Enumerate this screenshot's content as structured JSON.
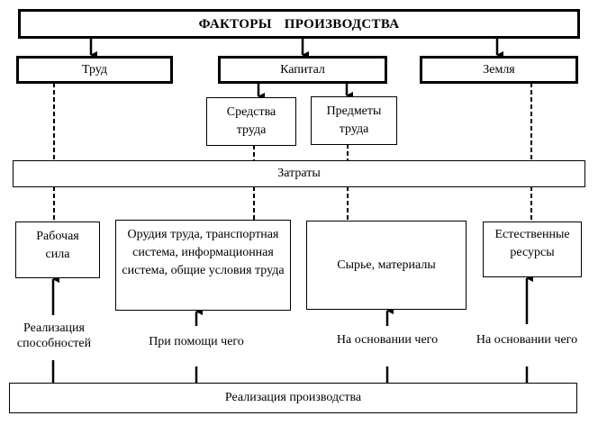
{
  "title": "ФАКТОРЫ ПРОИЗВОДСТВА",
  "factors": [
    "Труд",
    "Капитал",
    "Земля"
  ],
  "capital_parts": [
    "Средства труда",
    "Предметы труда"
  ],
  "costs": "Затраты",
  "resources": [
    "Рабочая сила",
    "Орудия труда, транспортная система, информационная система, общие условия труда",
    "Сырье, материалы",
    "Естественные ресурсы"
  ],
  "relations": [
    "Реализация способностей",
    "При помощи чего",
    "На основании чего",
    "На основании чего"
  ],
  "bottom": "Реализация производства"
}
